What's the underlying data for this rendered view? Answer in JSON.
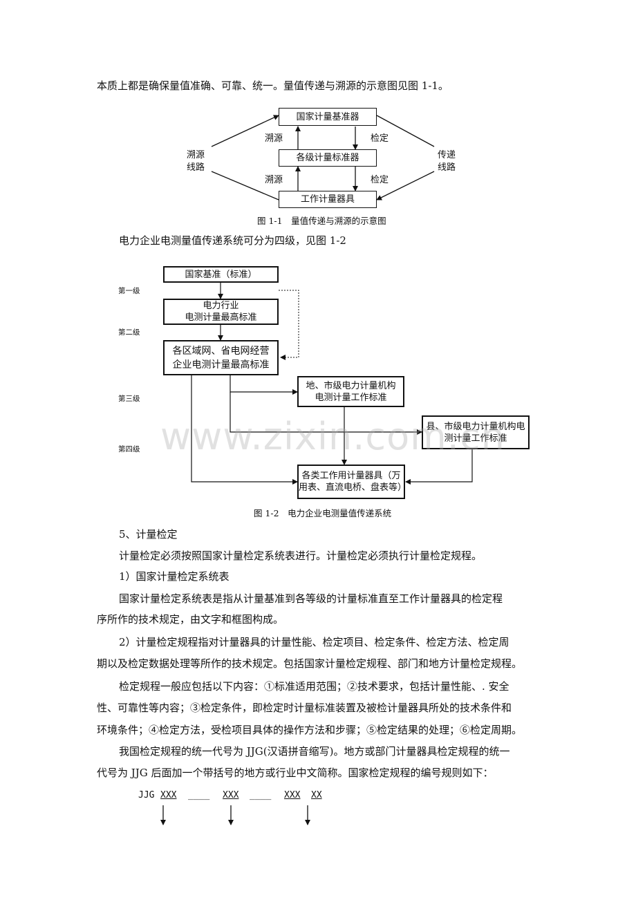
{
  "intro_line": "本质上都是确保量值准确、可靠、统一。量值传递与溯源的示意图见图 1-1。",
  "fig1": {
    "box_top": "国家计量基准器",
    "box_mid": "各级计量标准器",
    "box_bottom": "工作计量器具",
    "trace_up_1": "溯源",
    "verify_down_1": "检定",
    "trace_up_2": "溯源",
    "verify_down_2": "检定",
    "left_line1": "溯源",
    "left_line2": "线路",
    "right_line1": "传递",
    "right_line2": "线路",
    "caption": "图 1-1　量值传递与溯源的示意图"
  },
  "para_fig2_intro": "电力企业电测量值传递系统可分为四级，见图 1-2",
  "fig2": {
    "box1": "国家基准（标准）",
    "box2_line1": "电力行业",
    "box2_line2": "电测计量最高标准",
    "box3_line1": "各区域网、省电网经营",
    "box3_line2": "企业电测计量最高标准",
    "box4_line1": "地、市级电力计量机构",
    "box4_line2": "电测计量工作标准",
    "box5_line1": "县、市级电力计量机构电",
    "box5_line2": "测计量工作标准",
    "box6_line1": "各类工作用计量器具（万",
    "box6_line2": "用表、直流电桥、盘表等）",
    "level1": "第一级",
    "level2": "第二级",
    "level3": "第三级",
    "level4": "第四级",
    "caption": "图 1-2　电力企业电测量值传递系统"
  },
  "watermark": "www.zixin.com.cn",
  "section_title": "5、计量检定",
  "p1": "计量检定必须按照国家计量检定系统表进行。计量检定必须执行计量检定规程。",
  "item1_title": "1）国家计量检定系统表",
  "p2_line1": "国家计量检定系统表是指从计量基准到各等级的计量标准直至工作计量器具的检定程",
  "p2_line2": "序所作的技术规定，由文字和框图构成。",
  "p3_line1": "2）计量检定规程指对计量器具的计量性能、检定项目、检定条件、检定方法、检定周",
  "p3_line2": "期以及检定数据处理等所作的技术规定。包括国家计量检定规程、部门和地方计量检定规程。",
  "p4_line1": "检定规程一般应包括以下内容：①标准适用范围；②技术要求，包括计量性能、. 安全",
  "p4_line2": "性、可靠性等内容；③检定条件，即检定时计量标准装置及被检计量器具所处的技术条件和",
  "p4_line3": "环境条件；④检定方法，受检项目具体的操作方法和步骤；⑤检定结果的处理；⑥检定周期。",
  "p5_line1": "我国检定规程的统一代号为 JJG(汉语拼音缩写)。地方或部门计量器具检定规程的统一",
  "p5_line2": "代号为 JJG 后面加一个带括号的地方或行业中文简称。国家检定规程的编号规则如下：",
  "code": {
    "prefix": "JJG",
    "seg1": "XXX",
    "blank1": "____",
    "seg2": "XXX",
    "blank2": "____",
    "seg3": "XXX",
    "seg4": "XX"
  }
}
